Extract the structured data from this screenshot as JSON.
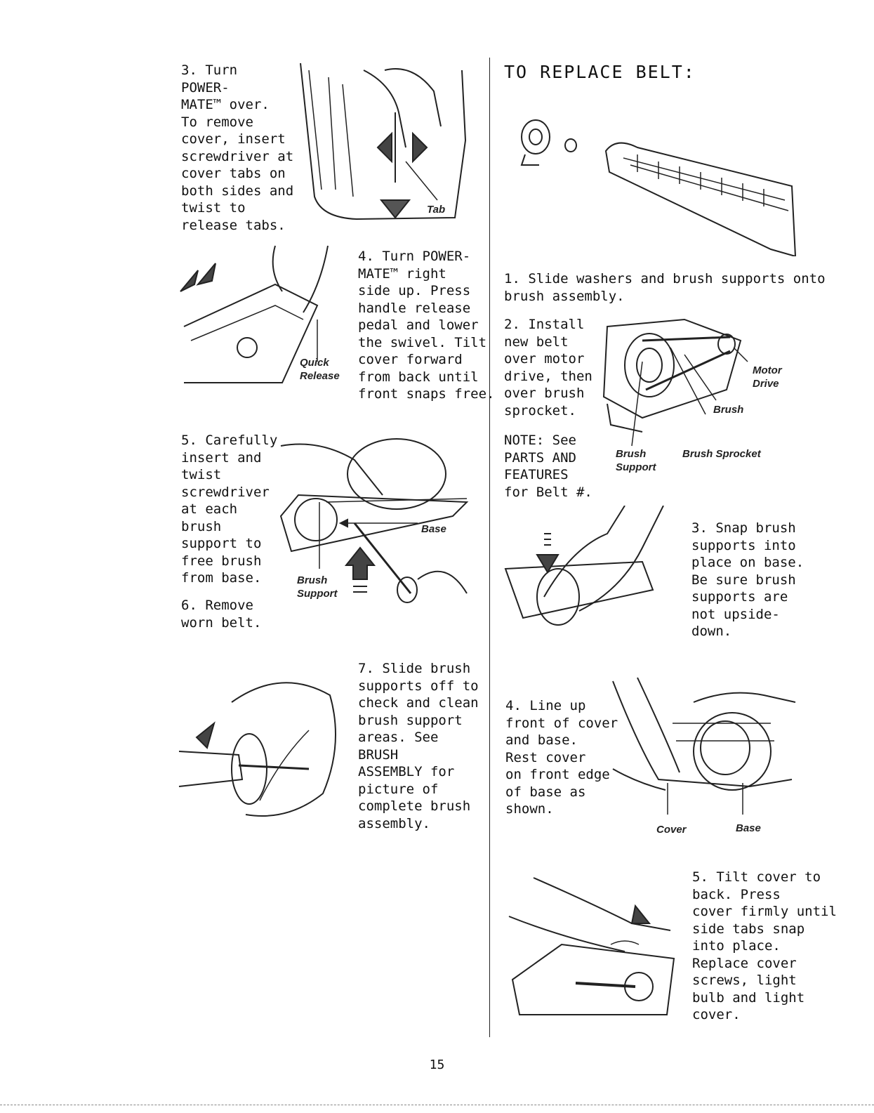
{
  "page": {
    "right_heading": "TO REPLACE BELT:",
    "page_number": "15"
  },
  "left": {
    "step3": "3. Turn\nPOWER-\nMATE™ over.\nTo remove\ncover, insert\nscrewdriver at\ncover tabs on\nboth sides and\ntwist to\nrelease tabs.",
    "step3_label_tab": "Tab",
    "step4": "4. Turn POWER-\nMATE™ right\nside up. Press\nhandle release\npedal and lower\nthe swivel. Tilt\ncover forward\nfrom back until\nfront snaps free.",
    "step4_label_release": "Quick\nRelease",
    "step5": "5. Carefully\ninsert and\ntwist\nscrewdriver\nat each\nbrush\nsupport to\nfree brush\nfrom base.",
    "step6": "6. Remove\nworn belt.",
    "step5_label_base": "Base",
    "step5_label_support": "Brush\nSupport",
    "step7": "7. Slide brush\nsupports off to\ncheck and clean\nbrush support\nareas. See\nBRUSH\nASSEMBLY for\npicture of\ncomplete brush\nassembly."
  },
  "right": {
    "step1": "1. Slide washers and brush supports onto\nbrush assembly.",
    "step2": "2. Install\nnew belt\nover motor\ndrive, then\nover brush\nsprocket.",
    "note": "NOTE: See\nPARTS AND\nFEATURES\nfor Belt #.",
    "label_motor_drive": "Motor\nDrive",
    "label_brush": "Brush",
    "label_brush_support": "Brush\nSupport",
    "label_brush_sprocket": "Brush Sprocket",
    "step3": "3. Snap brush\nsupports into\nplace on base.\nBe sure brush\nsupports are\nnot upside-\ndown.",
    "step4": "4. Line up\nfront of cover\nand base.\nRest cover\non front edge\nof base as\nshown.",
    "label_cover": "Cover",
    "label_base": "Base",
    "step5": "5. Tilt cover to\nback. Press\ncover firmly until\nside tabs snap\ninto place.\nReplace cover\nscrews, light\nbulb and light\ncover."
  }
}
